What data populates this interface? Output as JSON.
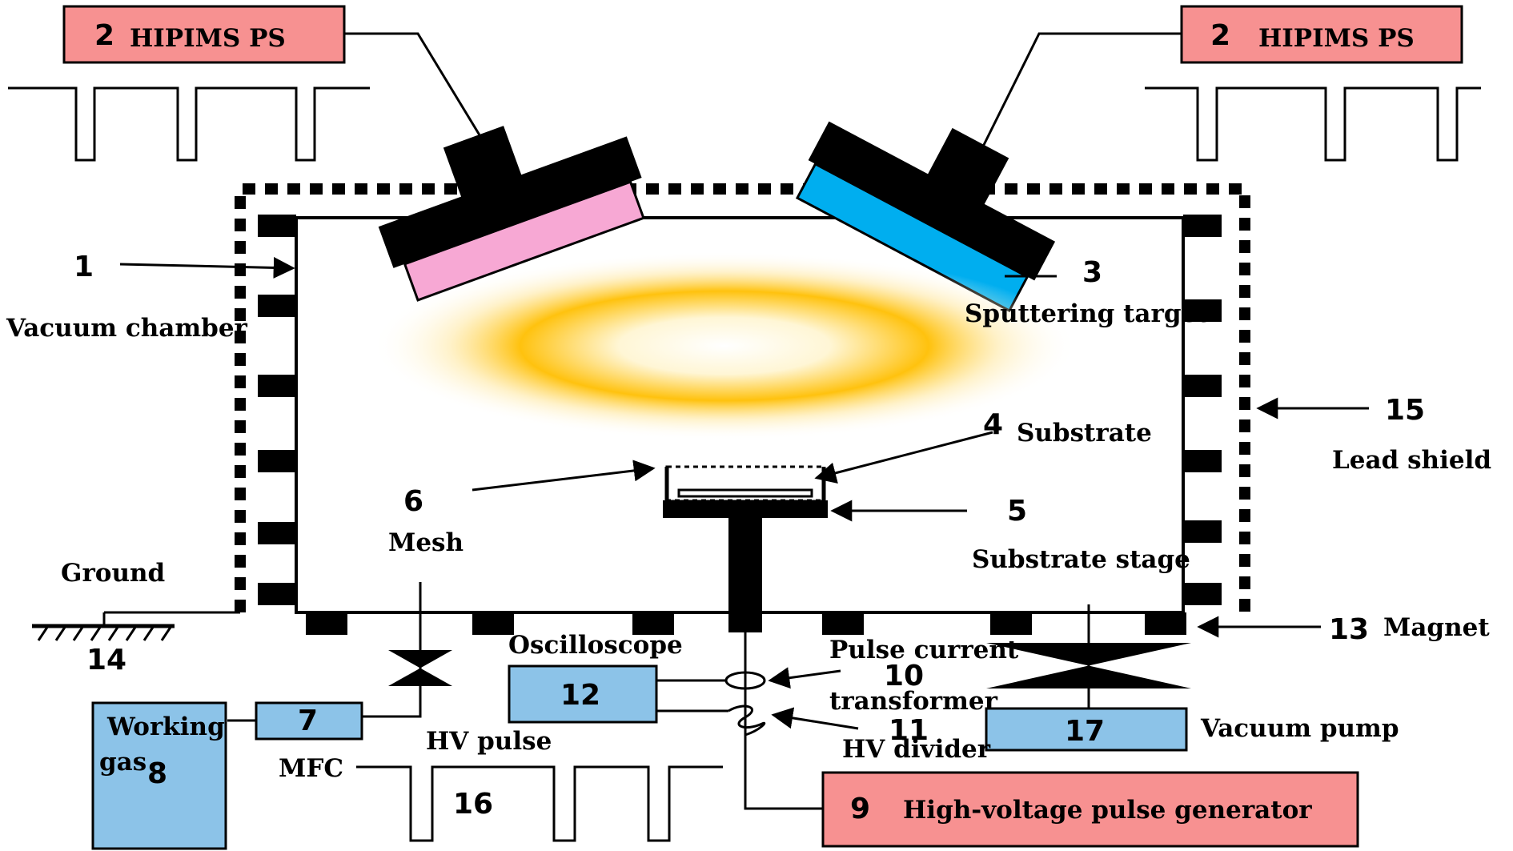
{
  "colors": {
    "power_box": "#f79191",
    "blue_box": "#8cc3e8",
    "pink_target": "#f7a8d4",
    "blue_target": "#00aeef",
    "plasma": "#ffc20e"
  },
  "icons": {
    "ground": "ground-icon",
    "valve": "valve-icon",
    "coil": "coil-icon"
  },
  "power_supply_left": {
    "num": "2",
    "text": "HIPIMS PS"
  },
  "power_supply_right": {
    "num": "2",
    "text": "HIPIMS PS"
  },
  "labels": {
    "n1": "1",
    "vacuum_chamber": "Vacuum chamber",
    "n3": "3",
    "sputtering_target": "Sputtering target",
    "n4": "4",
    "substrate": "Substrate",
    "n5": "5",
    "substrate_stage": "Substrate stage",
    "n6": "6",
    "mesh": "Mesh",
    "ground": "Ground",
    "n14": "14",
    "n15": "15",
    "lead_shield": "Lead shield",
    "n13": "13",
    "magnet": "Magnet",
    "oscilloscope": "Oscilloscope",
    "pulse_current": "Pulse current",
    "n10": "10",
    "transformer": "transformer",
    "n11": "11",
    "hv_divider": "HV divider",
    "vacuum_pump": "Vacuum pump",
    "working": "Working",
    "gas": "gas",
    "mfc": "MFC",
    "hv_pulse": "HV pulse",
    "n16": "16"
  },
  "boxes": {
    "n7": "7",
    "n8": "8",
    "n12": "12",
    "n17": "17",
    "n9": "9",
    "generator": "High-voltage pulse generator"
  }
}
